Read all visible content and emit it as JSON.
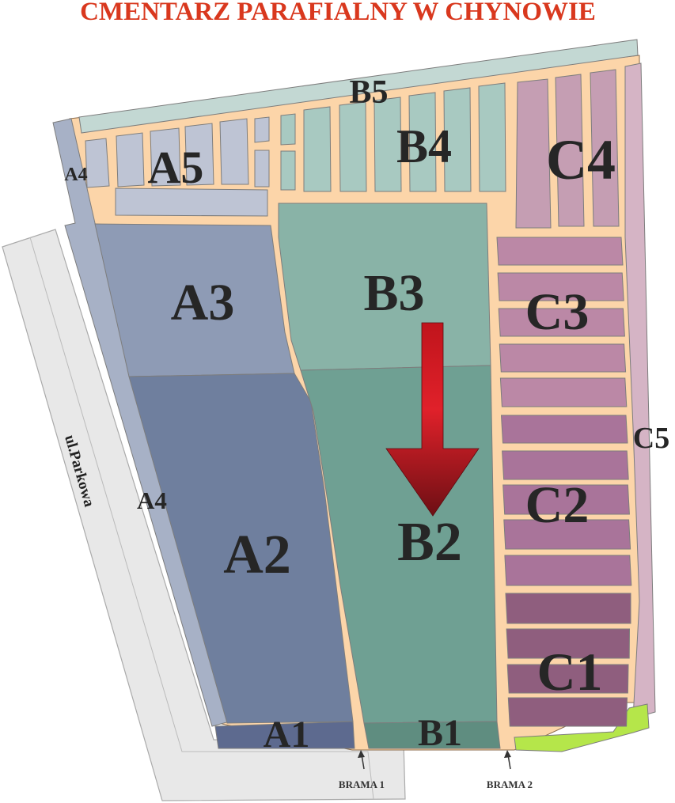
{
  "title": "CMENTARZ PARAFIALNY W CHYNOWIE",
  "street": "ul.Parkowa",
  "gates": {
    "gate1": "BRAMA 1",
    "gate2": "BRAMA 2"
  },
  "sections": {
    "A1": "A1",
    "A2": "A2",
    "A3": "A3",
    "A4_top": "A4",
    "A4_side": "A4",
    "A5": "A5",
    "B1": "B1",
    "B2": "B2",
    "B3": "B3",
    "B4": "B4",
    "B5": "B5",
    "C1": "C1",
    "C2": "C2",
    "C3": "C3",
    "C4": "C4",
    "C5": "C5"
  },
  "colors": {
    "title": "#d9381e",
    "path": "#fcd5a9",
    "road": "#e8e8e8",
    "A": "#6f7f9e",
    "A3": "#8e9bb5",
    "A4": "#a7b1c6",
    "A5": "#bec4d4",
    "B1": "#5f8d80",
    "B2": "#6fa093",
    "B3": "#89b3a7",
    "B4": "#a8c9c1",
    "B5": "#c3d8d3",
    "C1": "#8f5e7e",
    "C2": "#a9749a",
    "C3": "#bb88a6",
    "C4": "#c59eb3",
    "C5": "#d5b4c5",
    "green": "#b5e64a",
    "arrow": "#b8141e"
  },
  "icons": [
    "arrow-down-icon",
    "gate-arrow-icon"
  ]
}
